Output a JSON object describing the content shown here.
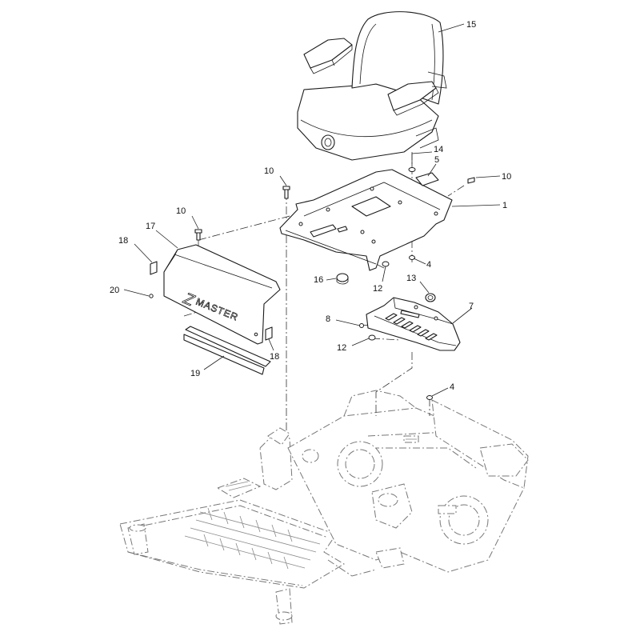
{
  "diagram": {
    "brand_text": "MASTER",
    "brand_initial": "Z",
    "callouts": {
      "c1": "1",
      "c4a": "4",
      "c4b": "4",
      "c5": "5",
      "c7": "7",
      "c8": "8",
      "c10a": "10",
      "c10b": "10",
      "c10c": "10",
      "c12a": "12",
      "c12b": "12",
      "c13": "13",
      "c14": "14",
      "c15": "15",
      "c16": "16",
      "c17": "17",
      "c18a": "18",
      "c18b": "18",
      "c19": "19",
      "c20": "20"
    }
  }
}
